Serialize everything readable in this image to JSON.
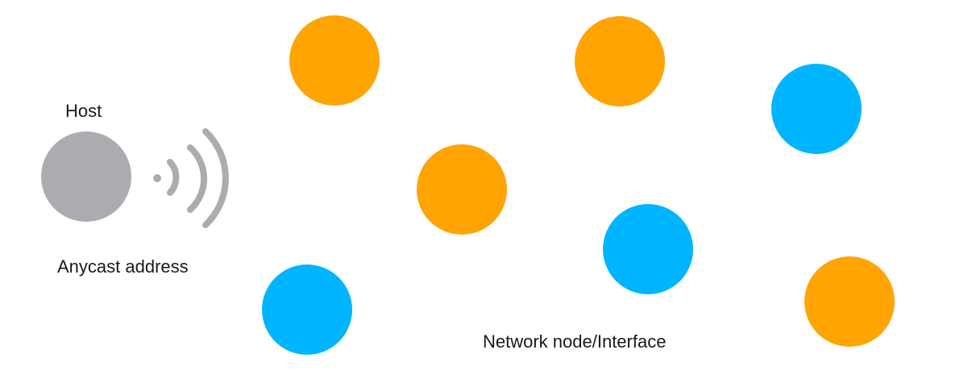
{
  "labels": {
    "host": "Host",
    "anycast_address": "Anycast address",
    "network_node": "Network node/Interface"
  },
  "colors": {
    "host": "#abacb0",
    "signal": "#abacb0",
    "group_orange": "#ffa400",
    "group_blue": "#00b5ff",
    "text": "#1a1a1a"
  },
  "nodes": [
    {
      "group": "orange"
    },
    {
      "group": "orange"
    },
    {
      "group": "blue"
    },
    {
      "group": "orange"
    },
    {
      "group": "blue"
    },
    {
      "group": "blue"
    },
    {
      "group": "orange"
    }
  ]
}
